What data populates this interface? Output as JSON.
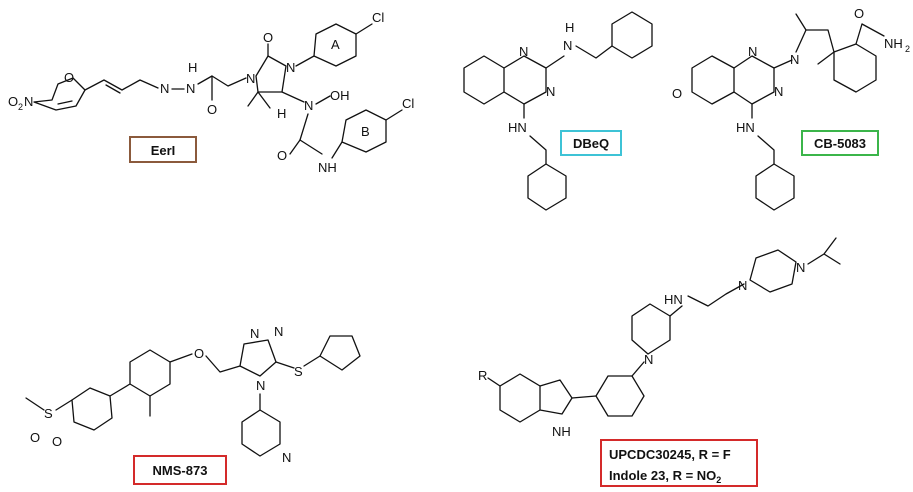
{
  "colors": {
    "background": "#ffffff",
    "ink": "#111111",
    "eeri_box": "#8b5a3c",
    "dbeq_box": "#3ec3d6",
    "cb5083_box": "#3bb54a",
    "nms873_box": "#d42a2a",
    "upcdc_box": "#d42a2a"
  },
  "compounds": {
    "eeri": {
      "label": "EerI",
      "ring_a": "A",
      "ring_b": "B",
      "atoms": {
        "o2n": "O",
        "o2n_sub": "2",
        "o2n_n": "N",
        "o_furan": "O",
        "n1": "N",
        "n2": "N",
        "h_hydrazide": "H",
        "o_amide": "O",
        "o_top": "O",
        "n_ring1": "N",
        "n_ring2": "N",
        "h_chiral": "H",
        "n_oh": "N",
        "oh": "OH",
        "cl_a": "Cl",
        "cl_b": "Cl",
        "o_urea": "O",
        "nh_urea": "NH"
      }
    },
    "dbeq": {
      "label": "DBeQ",
      "atoms": {
        "n1": "N",
        "n2": "N",
        "h_top": "H",
        "n_top": "N",
        "hn_bottom": "HN"
      }
    },
    "cb5083": {
      "label": "CB-5083",
      "atoms": {
        "o_amide": "O",
        "nh2": "NH",
        "nh2_sub": "2",
        "n_indole": "N",
        "n1": "N",
        "n2": "N",
        "o_pyran": "O",
        "hn": "HN"
      }
    },
    "nms873": {
      "label": "NMS-873",
      "atoms": {
        "o_ether": "O",
        "n1": "N",
        "n2": "N",
        "n_triazole": "N",
        "s_thio": "S",
        "s_sulfonyl": "S",
        "o_sul1": "O",
        "o_sul2": "O",
        "n_pyridine": "N"
      }
    },
    "upcdc": {
      "label_line1": "UPCDC30245, R = F",
      "label_line2_prefix": "Indole ",
      "label_line2_num": "23",
      "label_line2_suffix": ", R = NO",
      "label_line2_sub": "2",
      "atoms": {
        "r": "R",
        "nh_indole": "NH",
        "hn_linker": "HN",
        "n_pip": "N",
        "n_pz1": "N",
        "n_pz2": "N"
      }
    }
  }
}
